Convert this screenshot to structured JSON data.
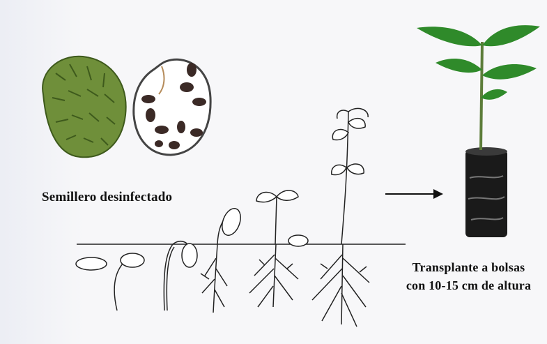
{
  "labels": {
    "seed_bed": "Semillero desinfectado",
    "transplant_line1": "Transplante a bolsas",
    "transplant_line2": "con 10-15 cm de altura"
  },
  "icons": [
    "soursop-fruit-icon",
    "cut-fruit-icon",
    "arrow-right-icon",
    "potted-seedling-icon"
  ],
  "colors": {
    "fruit_green": "#6f8f3a",
    "leaf_green": "#2f8a2a",
    "bag_black": "#1a1a1a",
    "line": "#222222"
  }
}
